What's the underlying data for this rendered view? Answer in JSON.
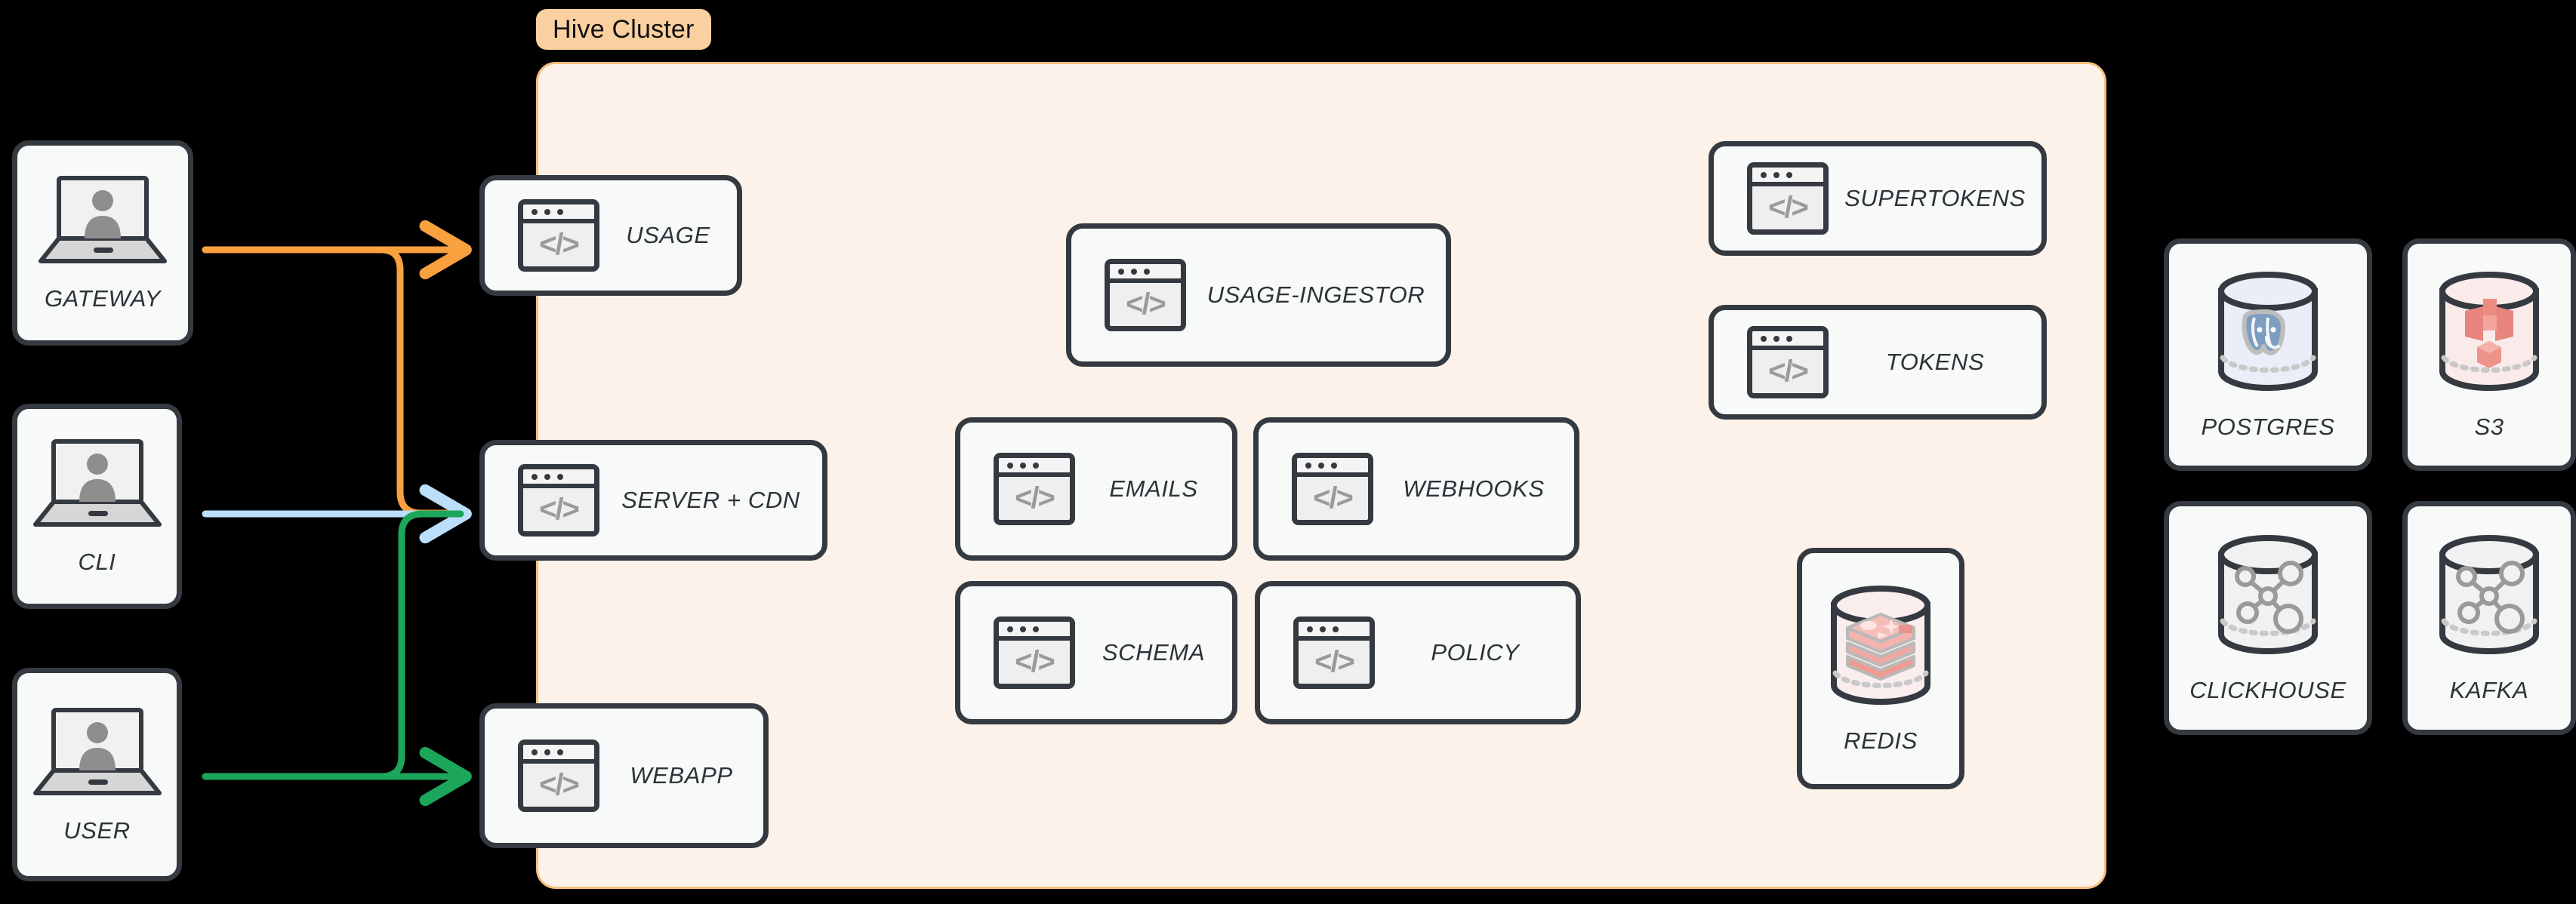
{
  "cluster": {
    "badge_label": "Hive Cluster",
    "panel_color": "#FDF2E9",
    "panel_border_color": "#F6BE7E",
    "badge_color": "#FAD0A0"
  },
  "theme": {
    "background": "#000000",
    "card_fill": "#F8F9F9",
    "card_border": "#343A40",
    "label_color": "#2E3338",
    "icon_fill": "#EFEFEF",
    "icon_glyph_color": "#9A9A9A"
  },
  "clients": [
    {
      "id": "gateway",
      "label": "GATEWAY",
      "icon": "laptop-icon"
    },
    {
      "id": "cli",
      "label": "CLI",
      "icon": "laptop-icon"
    },
    {
      "id": "user",
      "label": "USER",
      "icon": "laptop-icon"
    }
  ],
  "edge_services": [
    {
      "id": "usage",
      "label": "USAGE",
      "icon": "code-window-icon"
    },
    {
      "id": "server-cdn",
      "label": "SERVER + CDN",
      "icon": "code-window-icon"
    },
    {
      "id": "webapp",
      "label": "WEBAPP",
      "icon": "code-window-icon"
    }
  ],
  "cluster_services": [
    {
      "id": "usage-ingestor",
      "label": "USAGE-INGESTOR",
      "icon": "code-window-icon"
    },
    {
      "id": "emails",
      "label": "EMAILS",
      "icon": "code-window-icon"
    },
    {
      "id": "webhooks",
      "label": "WEBHOOKS",
      "icon": "code-window-icon"
    },
    {
      "id": "schema",
      "label": "SCHEMA",
      "icon": "code-window-icon"
    },
    {
      "id": "policy",
      "label": "POLICY",
      "icon": "code-window-icon"
    },
    {
      "id": "supertokens",
      "label": "SUPERTOKENS",
      "icon": "code-window-icon"
    },
    {
      "id": "tokens",
      "label": "TOKENS",
      "icon": "code-window-icon"
    }
  ],
  "cluster_datastores": [
    {
      "id": "redis",
      "label": "REDIS",
      "icon": "redis-database-icon",
      "accent": "#E8A09A"
    }
  ],
  "external_datastores": [
    {
      "id": "postgres",
      "label": "POSTGRES",
      "icon": "postgres-database-icon",
      "accent": "#7D9EC0"
    },
    {
      "id": "s3",
      "label": "S3",
      "icon": "s3-database-icon",
      "accent": "#E8857C"
    },
    {
      "id": "clickhouse",
      "label": "CLICKHOUSE",
      "icon": "generic-database-icon",
      "accent": "#9A9A9A"
    },
    {
      "id": "kafka",
      "label": "KAFKA",
      "icon": "generic-database-icon",
      "accent": "#9A9A9A"
    }
  ],
  "connections": [
    {
      "id": "gateway-to-usage",
      "from": "gateway",
      "to": "usage",
      "color": "#F9A03F"
    },
    {
      "id": "gateway-to-server-cdn",
      "from": "gateway",
      "to": "server-cdn",
      "color": "#F9A03F"
    },
    {
      "id": "cli-to-server-cdn",
      "from": "cli",
      "to": "server-cdn",
      "color": "#BBDEFB"
    },
    {
      "id": "user-to-server-cdn",
      "from": "user",
      "to": "server-cdn",
      "color": "#1BA65B"
    },
    {
      "id": "user-to-webapp",
      "from": "user",
      "to": "webapp",
      "color": "#1BA65B"
    }
  ]
}
